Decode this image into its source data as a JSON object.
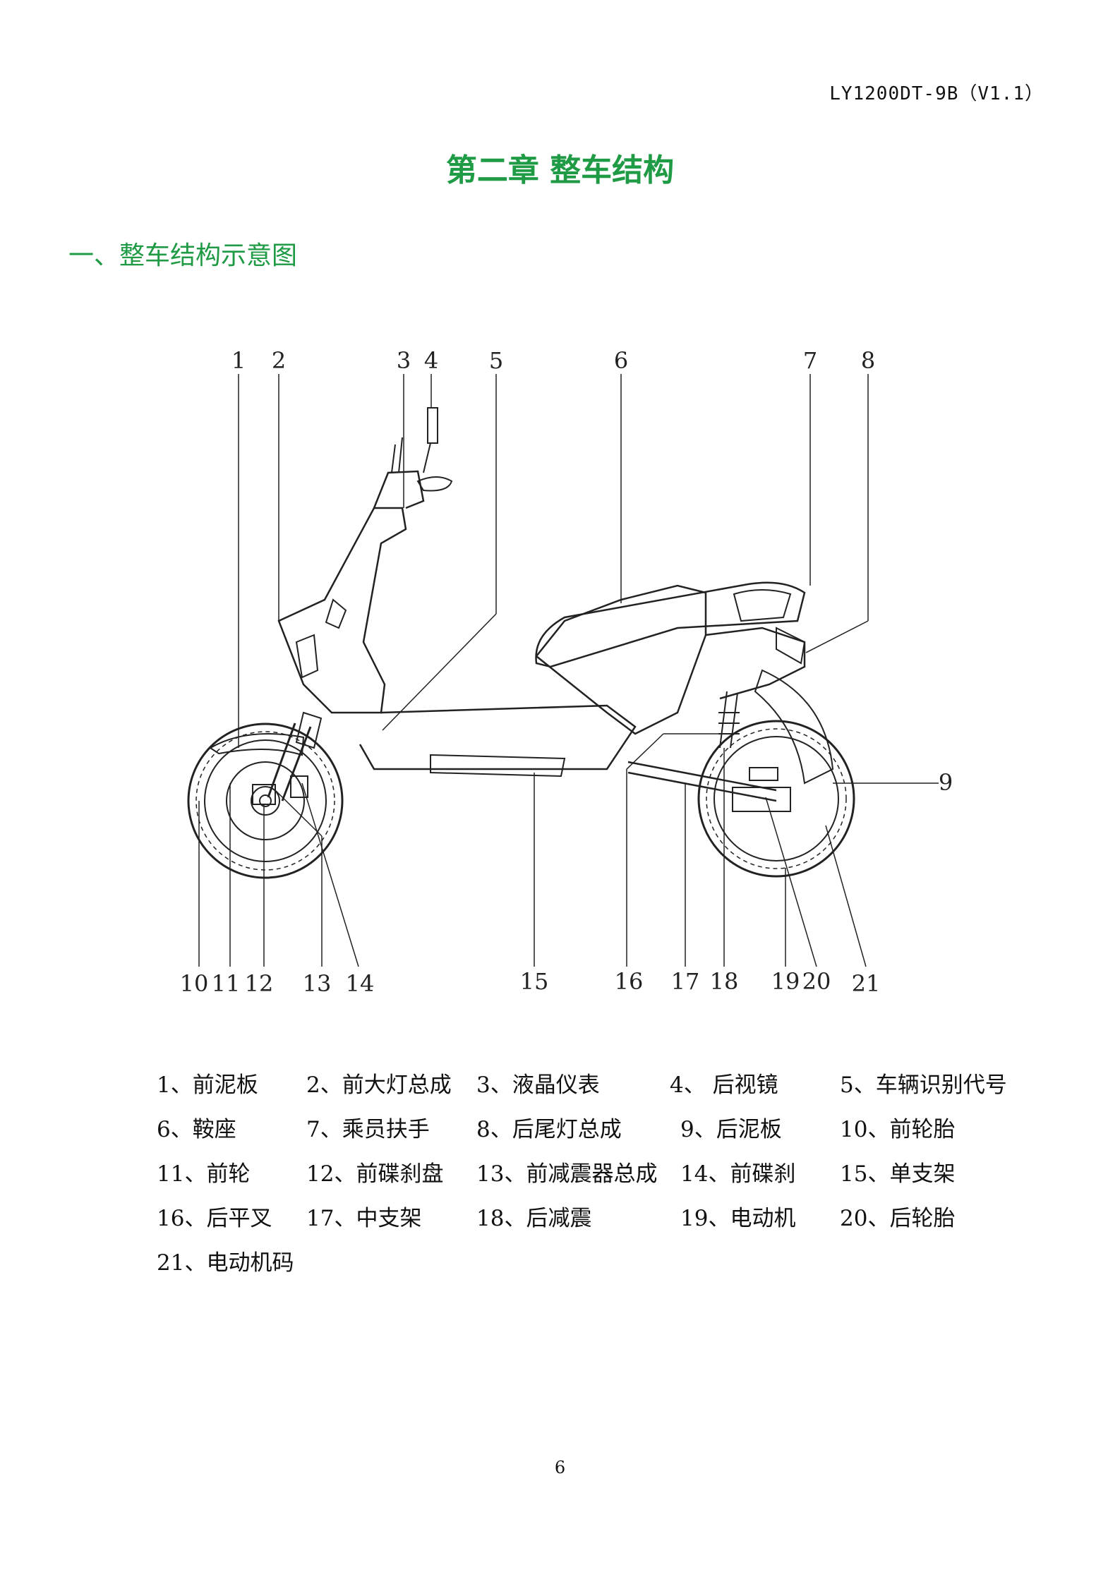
{
  "header": {
    "doc_code": "LY1200DT-9B（V1.1）"
  },
  "chapter": {
    "title": "第二章 整车结构"
  },
  "section": {
    "title": "一、整车结构示意图"
  },
  "figure": {
    "callouts_top": [
      "1",
      "2",
      "3",
      "4",
      "5",
      "6",
      "7",
      "8"
    ],
    "callout_right": "9",
    "callouts_bottom": [
      "10",
      "11",
      "12",
      "13",
      "14",
      "15",
      "16",
      "17",
      "18",
      "19",
      "20",
      "21"
    ]
  },
  "legend": {
    "rows": [
      [
        "1、前泥板",
        "2、前大灯总成",
        "3、液晶仪表",
        "4、 后视镜",
        "5、车辆识别代号"
      ],
      [
        "6、鞍座",
        "7、乘员扶手",
        "8、后尾灯总成",
        "9、后泥板",
        "10、前轮胎"
      ],
      [
        "11、前轮",
        "12、前碟刹盘",
        "13、前减震器总成",
        "14、前碟刹",
        "15、单支架"
      ],
      [
        "16、后平叉",
        "17、中支架",
        "18、后减震",
        "19、电动机",
        "20、后轮胎"
      ],
      [
        "21、电动机码"
      ]
    ]
  },
  "footer": {
    "page_number": "6"
  }
}
